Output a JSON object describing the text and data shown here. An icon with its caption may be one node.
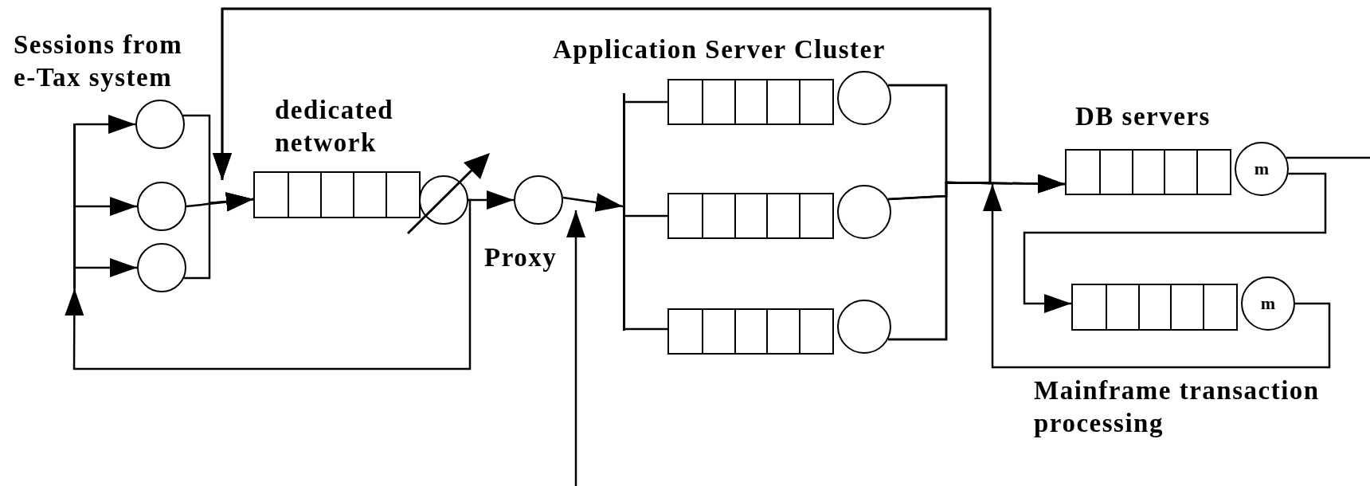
{
  "diagram": {
    "nodes": [
      {
        "text": [],
        "shape": "circle"
      },
      {
        "text": [],
        "shape": "circle"
      },
      {
        "text": [],
        "shape": "circle"
      },
      {
        "text": [],
        "shape": "box",
        "beside": [
          "dedicated network"
        ]
      },
      {
        "text": [],
        "shape": "circle"
      },
      {
        "text": [],
        "shape": "circle",
        "beside": [
          "Proxy"
        ]
      },
      {
        "text": [],
        "shape": "box"
      },
      {
        "text": [],
        "shape": "circle"
      },
      {
        "text": [],
        "shape": "box"
      },
      {
        "text": [],
        "shape": "circle"
      },
      {
        "text": [],
        "shape": "box"
      },
      {
        "text": [],
        "shape": "circle"
      },
      {
        "text": [],
        "shape": "box",
        "beside": [
          "DB servers"
        ]
      },
      {
        "text": [
          "m"
        ]
      },
      {
        "text": [],
        "shape": "box"
      },
      {
        "text": [
          "m"
        ]
      },
      {
        "text": [],
        "shape": "bar"
      },
      {
        "text": [],
        "shape": "bar"
      }
    ],
    "edges": [
      {
        "from": 0,
        "to": 3,
        "arrow": "to"
      },
      {
        "from": 1,
        "to": 3,
        "arrow": "to"
      },
      {
        "from": 2,
        "to": 3,
        "arrow": "to"
      },
      {
        "from": 4,
        "to": 5,
        "arrow": "to"
      },
      {
        "from": 4,
        "to": 16,
        "arrow": "to"
      },
      {
        "from": 16,
        "to": 0,
        "arrow": "to"
      },
      {
        "from": 16,
        "to": 1,
        "arrow": "to"
      },
      {
        "from": 16,
        "to": 2,
        "arrow": "to"
      },
      {
        "from": 7,
        "to": 3,
        "arrow": "to"
      },
      {
        "from": 9,
        "to": 3,
        "arrow": "to"
      },
      {
        "from": 11,
        "to": 3,
        "arrow": "to"
      },
      {
        "from": 7,
        "to": 12,
        "arrow": "to"
      },
      {
        "from": 9,
        "to": 12,
        "arrow": "to"
      },
      {
        "from": 11,
        "to": 12,
        "arrow": "to"
      },
      {
        "from": 15,
        "to": 12,
        "arrow": "to"
      },
      {
        "from": 13,
        "to": 14,
        "arrow": "to"
      },
      {
        "from": 13,
        "to": null,
        "arrow": "none"
      },
      {
        "from": 5,
        "to": 17,
        "arrow": "to"
      },
      {
        "from": null,
        "to": 17,
        "arrow": "to"
      },
      {
        "from": 17,
        "to": 6,
        "arrow": "none"
      },
      {
        "from": 17,
        "to": 8,
        "arrow": "none"
      },
      {
        "from": 17,
        "to": 10,
        "arrow": "none"
      }
    ],
    "labels": [
      "Sessions from e-Tax system",
      "Application Server Cluster",
      "Mainframe transaction processing"
    ]
  }
}
